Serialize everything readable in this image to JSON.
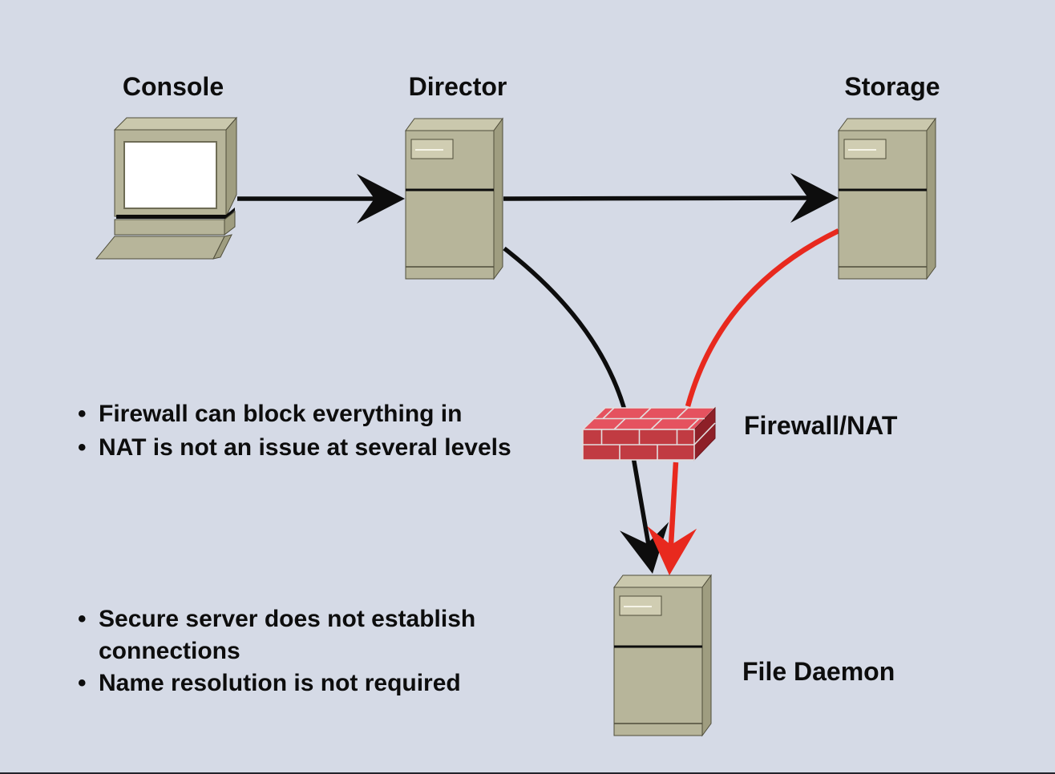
{
  "labels": {
    "console": "Console",
    "director": "Director",
    "storage": "Storage",
    "firewall": "Firewall/NAT",
    "file_daemon": "File Daemon"
  },
  "bullet": "•",
  "notes_top": {
    "items": [
      "Firewall can block everything in",
      "NAT is not an issue at several levels"
    ]
  },
  "notes_bottom": {
    "items": [
      "Secure server does not establish connections",
      "Name resolution is not required"
    ]
  },
  "connections": [
    {
      "from": "Console",
      "to": "Director",
      "color": "black",
      "style": "straight-arrow"
    },
    {
      "from": "Director",
      "to": "Storage",
      "color": "black",
      "style": "straight-arrow"
    },
    {
      "from": "Director",
      "to": "File Daemon",
      "via": "Firewall/NAT",
      "color": "black",
      "style": "curved-arrow"
    },
    {
      "from": "Storage",
      "to": "File Daemon",
      "via": "Firewall/NAT",
      "color": "red",
      "style": "curved-arrow"
    }
  ],
  "colors": {
    "background": "#d5dae6",
    "machine-body": "#b7b59a",
    "machine-top": "#cac8ad",
    "machine-side": "#9f9d80",
    "machine-panel": "#d0cdb2",
    "outline": "#4f4d3a",
    "screen": "#ffffff",
    "firewall-front": "#c13b42",
    "firewall-top": "#e5525f",
    "firewall-side": "#8e2028",
    "mortar": "#e3dfdf",
    "line-black": "#0d0d0d",
    "line-red": "#e8291e",
    "text": "#0d0d0d"
  }
}
